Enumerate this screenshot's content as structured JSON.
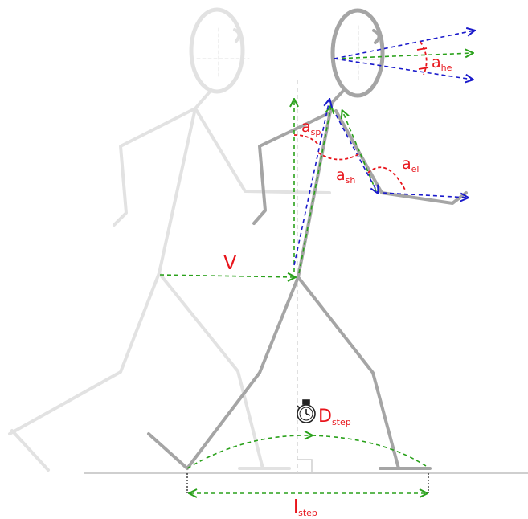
{
  "colors": {
    "ghost_figure": "#e2e2e2",
    "figure": "#a5a5a5",
    "guide": "#d6d6d6",
    "ground": "#cfcfcf",
    "green_arrow": "#2aa11b",
    "blue_arrow": "#1a1acb",
    "red_label": "#e8141b",
    "black": "#222222"
  },
  "labels": {
    "velocity": "V",
    "angle_head_base": "a",
    "angle_head_sub": "he",
    "angle_spine_base": "a",
    "angle_spine_sub": "sp",
    "angle_shoulder_base": "a",
    "angle_shoulder_sub": "sh",
    "angle_elbow_base": "a",
    "angle_elbow_sub": "el",
    "duration_base": "D",
    "duration_sub": "step",
    "length_base": "l",
    "length_sub": "step"
  },
  "icons": {
    "stopwatch": "stopwatch-icon"
  }
}
